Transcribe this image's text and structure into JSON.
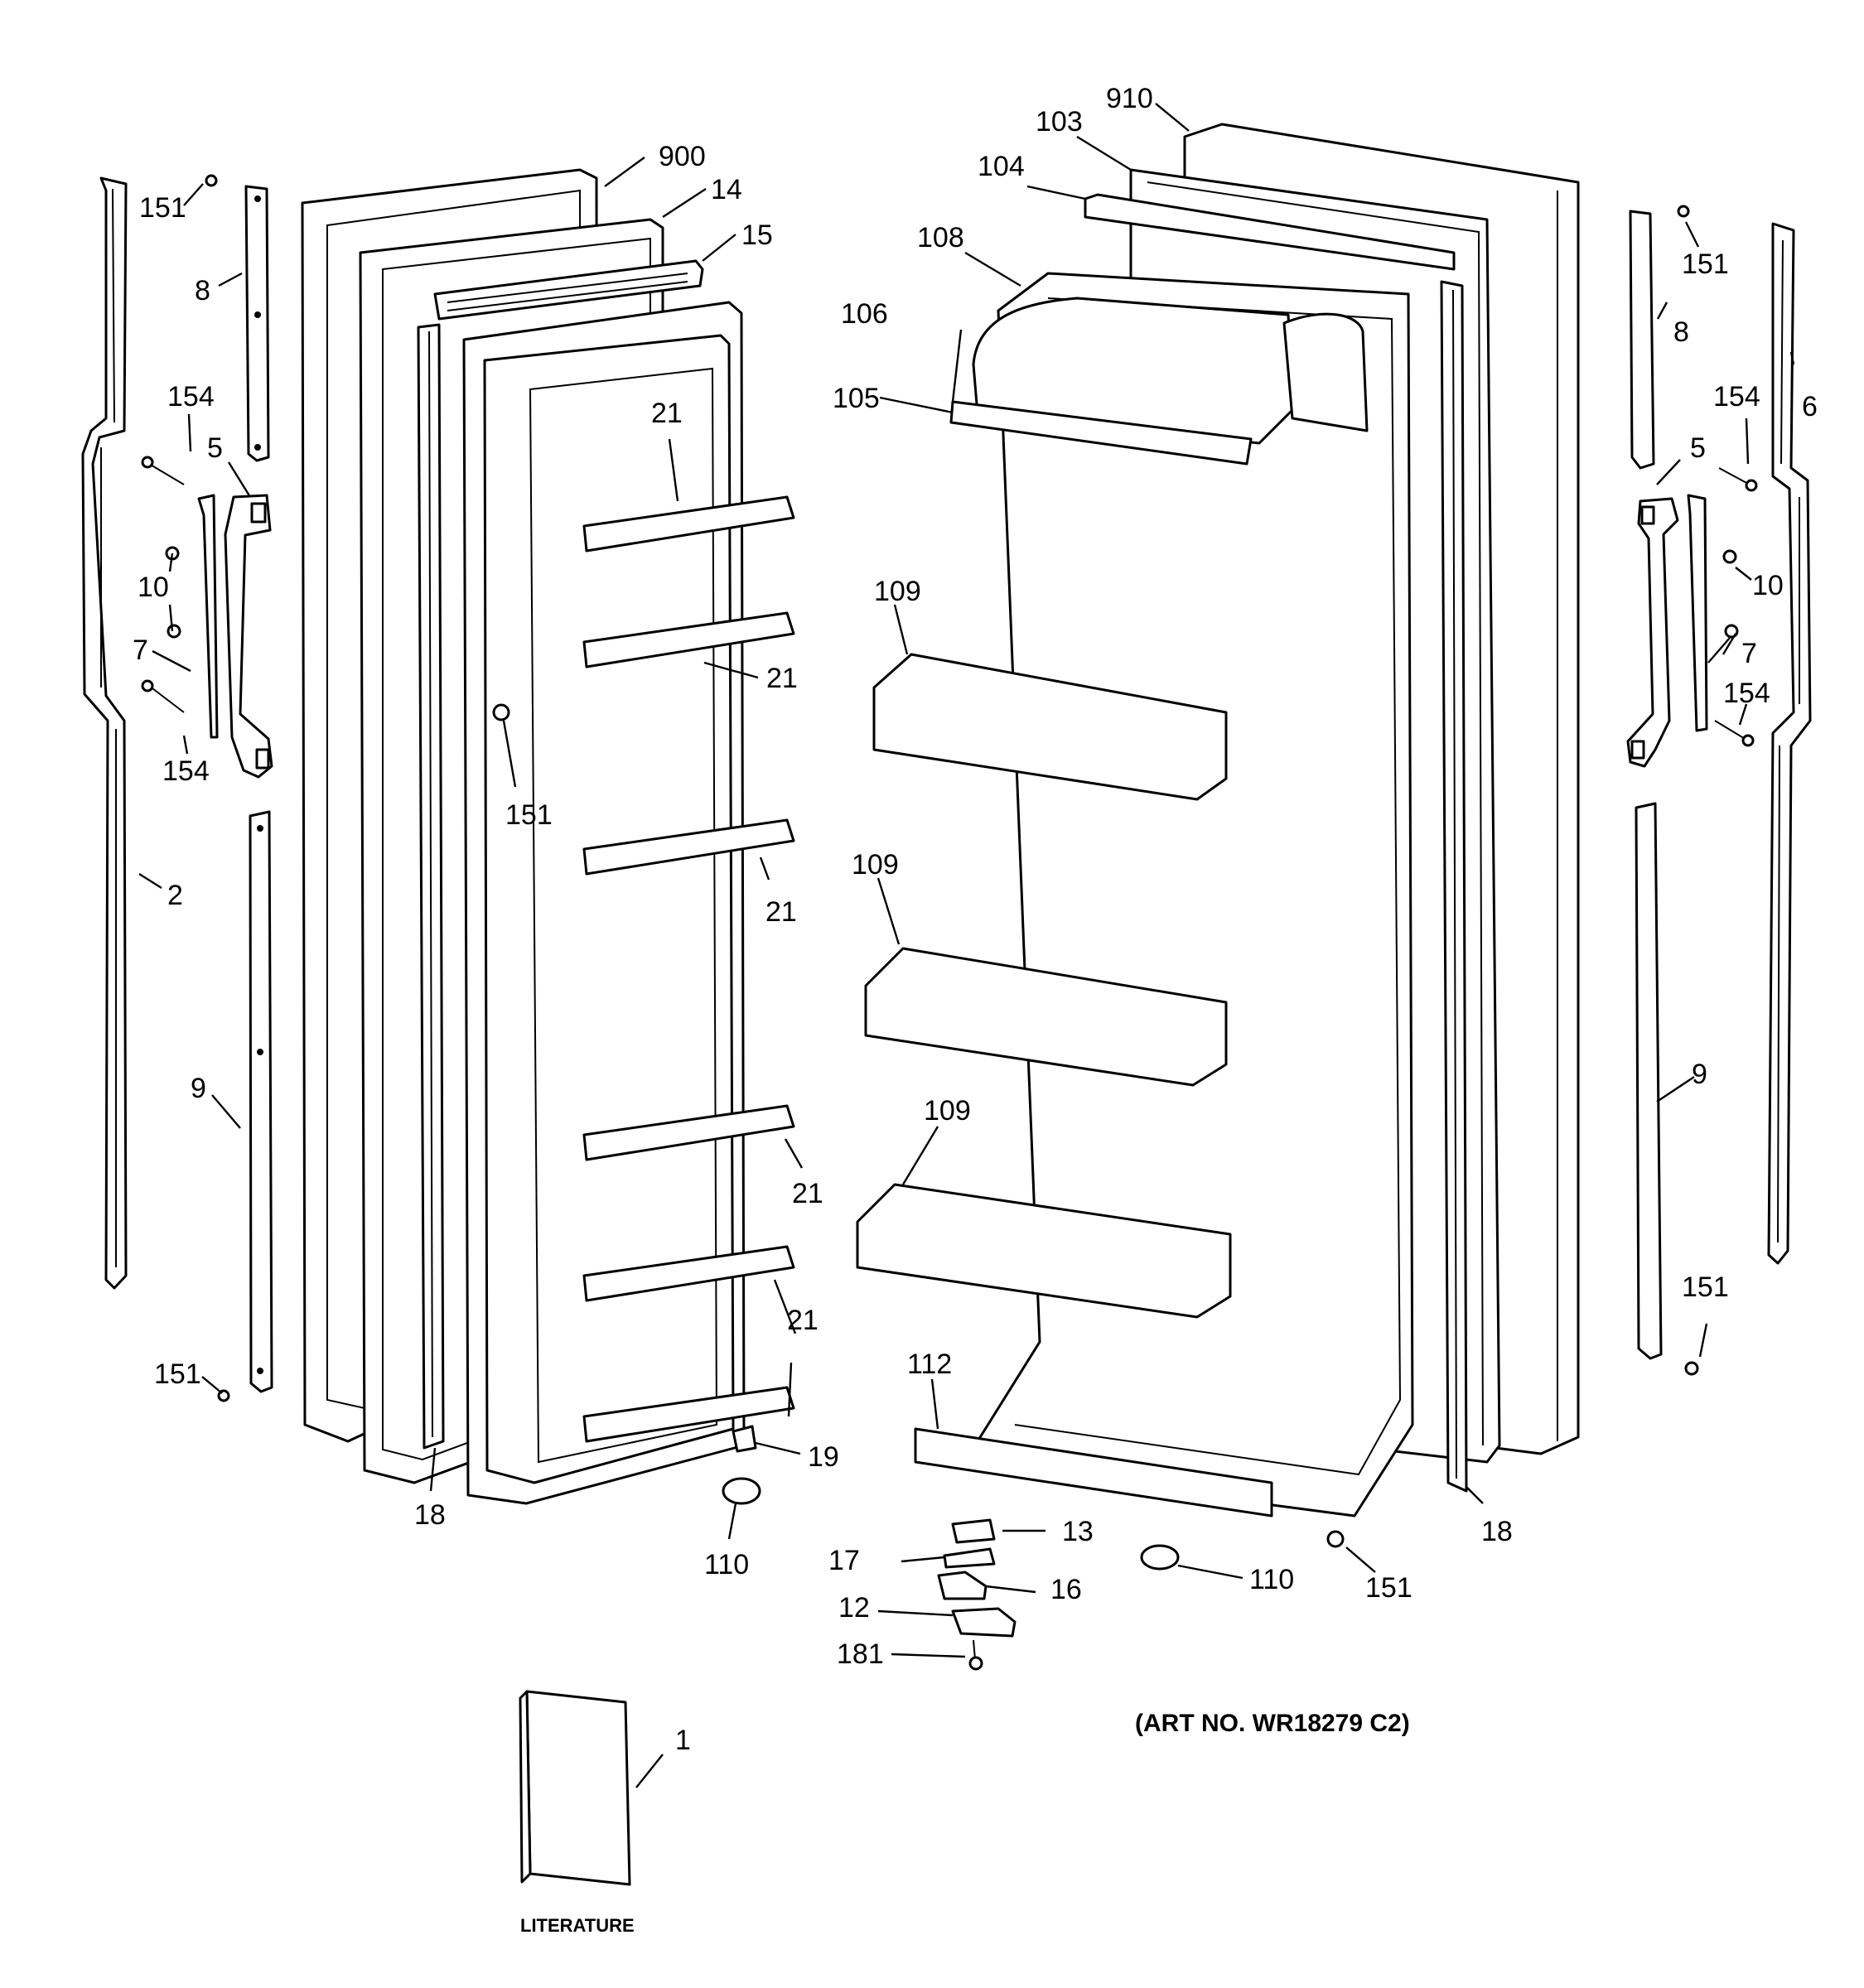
{
  "callouts": {
    "c151a": "151",
    "c8a": "8",
    "c154a": "154",
    "c5a": "5",
    "c10a": "10",
    "c7a": "7",
    "c154b": "154",
    "c2": "2",
    "c9a": "9",
    "c151b": "151",
    "c900": "900",
    "c14": "14",
    "c15": "15",
    "c21a": "21",
    "c21b": "21",
    "c151c": "151",
    "c21c": "21",
    "c21d": "21",
    "c21e": "21",
    "c19": "19",
    "c18a": "18",
    "c110a": "110",
    "c910": "910",
    "c103": "103",
    "c104": "104",
    "c108": "108",
    "c106": "106",
    "c105": "105",
    "c109a": "109",
    "c109b": "109",
    "c109c": "109",
    "c112": "112",
    "c13": "13",
    "c17": "17",
    "c16": "16",
    "c12": "12",
    "c181": "181",
    "c110b": "110",
    "c151d": "151",
    "c18b": "18",
    "c151e": "151",
    "c8b": "8",
    "c6": "6",
    "c154c": "154",
    "c5b": "5",
    "c10b": "10",
    "c7b": "7",
    "c154d": "154",
    "c9b": "9",
    "c151f": "151",
    "c1": "1"
  },
  "art_number": "(ART NO. WR18279 C2)",
  "literature_label": "LITERATURE"
}
